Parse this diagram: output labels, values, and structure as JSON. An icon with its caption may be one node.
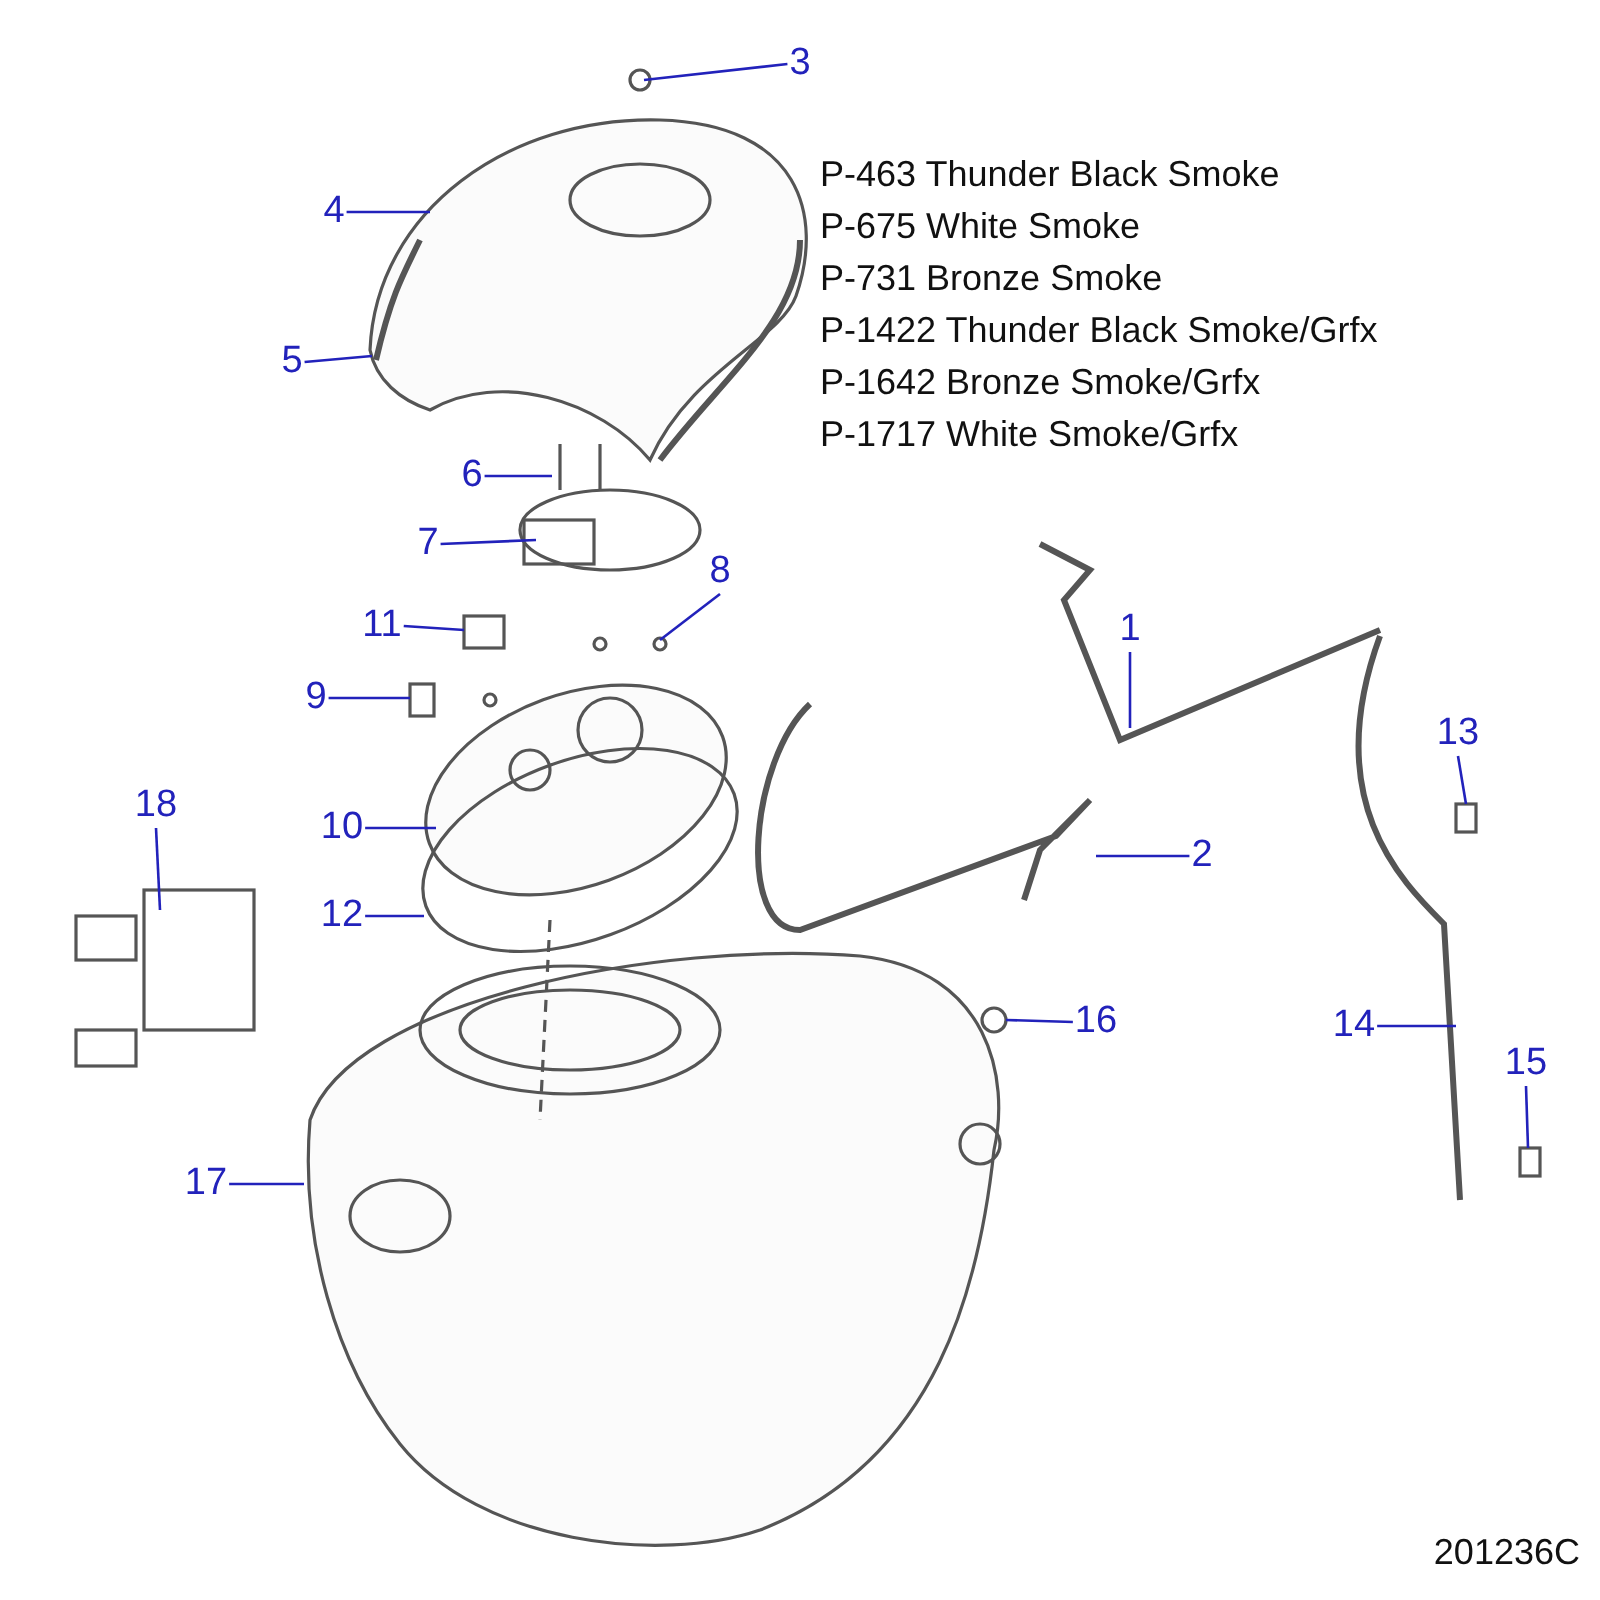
{
  "diagram": {
    "nodes": [
      {
        "text": [
          "3"
        ]
      },
      {
        "text": [
          "4"
        ]
      },
      {
        "text": [
          "5"
        ]
      },
      {
        "text": [
          "6"
        ]
      },
      {
        "text": [
          "7"
        ]
      },
      {
        "text": [
          "8"
        ]
      },
      {
        "text": [
          "11"
        ]
      },
      {
        "text": [
          "1"
        ]
      },
      {
        "text": [
          "9"
        ]
      },
      {
        "text": [
          "13"
        ]
      },
      {
        "text": [
          "18"
        ]
      },
      {
        "text": [
          "10"
        ]
      },
      {
        "text": [
          "2"
        ]
      },
      {
        "text": [
          "12"
        ]
      },
      {
        "text": [
          "16"
        ]
      },
      {
        "text": [
          "14"
        ]
      },
      {
        "text": [
          "15"
        ]
      },
      {
        "text": [
          "17"
        ]
      }
    ],
    "edges": [
      {
        "from": 0,
        "to": null,
        "arrow": "none"
      },
      {
        "from": 1,
        "to": null,
        "arrow": "none"
      },
      {
        "from": 2,
        "to": null,
        "arrow": "none"
      },
      {
        "from": 3,
        "to": null,
        "arrow": "none"
      },
      {
        "from": 4,
        "to": null,
        "arrow": "none"
      },
      {
        "from": 5,
        "to": null,
        "arrow": "none"
      },
      {
        "from": 6,
        "to": null,
        "arrow": "none"
      },
      {
        "from": 7,
        "to": null,
        "arrow": "none"
      },
      {
        "from": 8,
        "to": null,
        "arrow": "none"
      },
      {
        "from": 9,
        "to": null,
        "arrow": "none"
      },
      {
        "from": 10,
        "to": null,
        "arrow": "none"
      },
      {
        "from": 11,
        "to": null,
        "arrow": "none"
      },
      {
        "from": 12,
        "to": null,
        "arrow": "none"
      },
      {
        "from": 13,
        "to": null,
        "arrow": "none"
      },
      {
        "from": 14,
        "to": null,
        "arrow": "none"
      },
      {
        "from": 15,
        "to": null,
        "arrow": "none"
      },
      {
        "from": 16,
        "to": null,
        "arrow": "none"
      },
      {
        "from": 17,
        "to": null,
        "arrow": "none"
      }
    ],
    "labels": [
      "P-463 Thunder Black Smoke",
      "P-675 White Smoke",
      "P-731 Bronze Smoke",
      "P-1422 Thunder Black Smoke/Grfx",
      "P-1642 Bronze Smoke/Grfx",
      "P-1717 White Smoke/Grfx",
      "201236C"
    ]
  }
}
